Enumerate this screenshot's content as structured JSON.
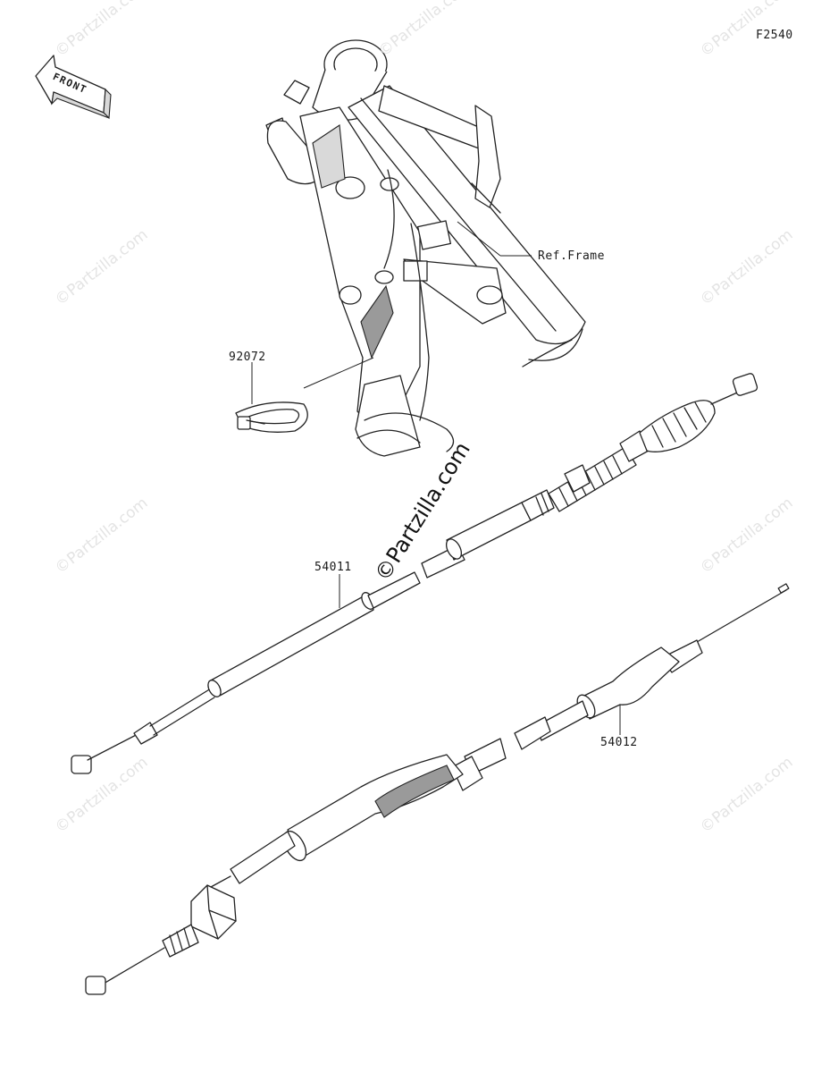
{
  "figure_code": "F2540",
  "front_arrow_label": "FRONT",
  "watermark_small": "©Partzilla.com",
  "watermark_large": "©Partzilla.com",
  "parts": {
    "frame": {
      "label": "Ref.Frame"
    },
    "clamp": {
      "label": "92072"
    },
    "clutch_cable": {
      "label": "54011"
    },
    "throttle_cable": {
      "label": "54012"
    }
  }
}
